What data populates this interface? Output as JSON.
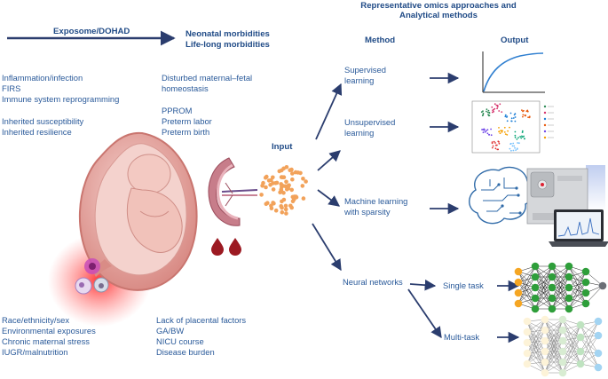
{
  "colors": {
    "text": "#2a5a9a",
    "heading": "#1f4a86",
    "arrow": "#2b3d6e",
    "dots": "#f2a25a",
    "uterus": "#e7b2ae",
    "inflammation": "#ff3b3b",
    "blood": "#9c1a22"
  },
  "header": {
    "exposome": "Exposome/DOHAD",
    "morbidities_line1": "Neonatal morbidities",
    "morbidities_line2": "Life-long morbidities",
    "omics_line1": "Representative omics approaches and",
    "omics_line2": "Analytical methods",
    "method": "Method",
    "output": "Output"
  },
  "left_top": [
    "Inflammation/infection",
    "FIRS",
    "Immune system reprogramming",
    "Inherited susceptibility",
    "Inherited resilience"
  ],
  "middle_top": [
    "Disturbed maternal–fetal",
    "homeostasis",
    "PPROM",
    "Preterm labor",
    "Preterm birth"
  ],
  "left_bottom": [
    "Race/ethnicity/sex",
    "Environmental exposures",
    "Chronic maternal stress",
    "IUGR/malnutrition"
  ],
  "middle_bottom": [
    "Lack of placental factors",
    "GA/BW",
    "NICU course",
    "Disease burden"
  ],
  "input_label": "Input",
  "methods": {
    "supervised_1": "Supervised",
    "supervised_2": "learning",
    "unsupervised_1": "Unsupervised",
    "unsupervised_2": "learning",
    "sparsity_1": "Machine learning",
    "sparsity_2": "with sparsity",
    "neural": "Neural networks",
    "single": "Single task",
    "multi": "Multi-task"
  },
  "icons": {
    "fetus": "fetus-in-uterus-illustration",
    "placenta": "placenta-icon",
    "blood": "blood-drop-icon",
    "input": "input-data-dots-icon",
    "curve": "learning-curve-plot-icon",
    "scatter": "tsne-scatter-plot-icon",
    "brain": "circuit-brain-icon",
    "instrument": "mass-spectrometer-icon",
    "laptop": "laptop-chromatogram-icon",
    "nn_single": "single-task-neural-network-icon",
    "nn_multi": "multi-task-neural-network-icon"
  }
}
